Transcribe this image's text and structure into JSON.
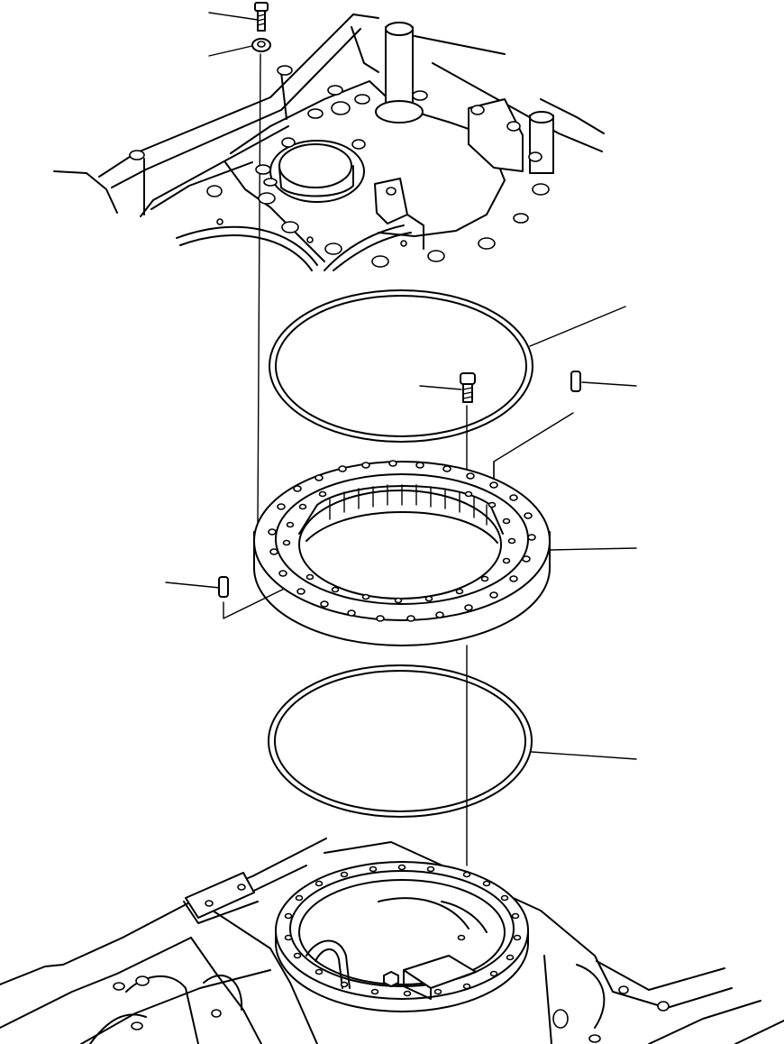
{
  "figure": {
    "kind": "exploded-parts-drawing",
    "ink_color": "#000000",
    "background_color": "#ffffff",
    "printed_text": []
  },
  "components": [
    {
      "id": "bolt-top",
      "icon": "bolt-icon"
    },
    {
      "id": "washer-top",
      "icon": "washer-icon"
    },
    {
      "id": "revolving-frame",
      "icon": "frame-icon"
    },
    {
      "id": "upper-seal-ring",
      "icon": "o-ring-icon"
    },
    {
      "id": "mounting-bolt",
      "icon": "bolt-icon"
    },
    {
      "id": "dowel-pin-right",
      "icon": "pin-icon"
    },
    {
      "id": "swing-circle",
      "icon": "bearing-icon"
    },
    {
      "id": "dowel-pin-left",
      "icon": "pin-icon"
    },
    {
      "id": "lower-seal-ring",
      "icon": "o-ring-icon"
    },
    {
      "id": "track-frame",
      "icon": "frame-icon"
    }
  ]
}
